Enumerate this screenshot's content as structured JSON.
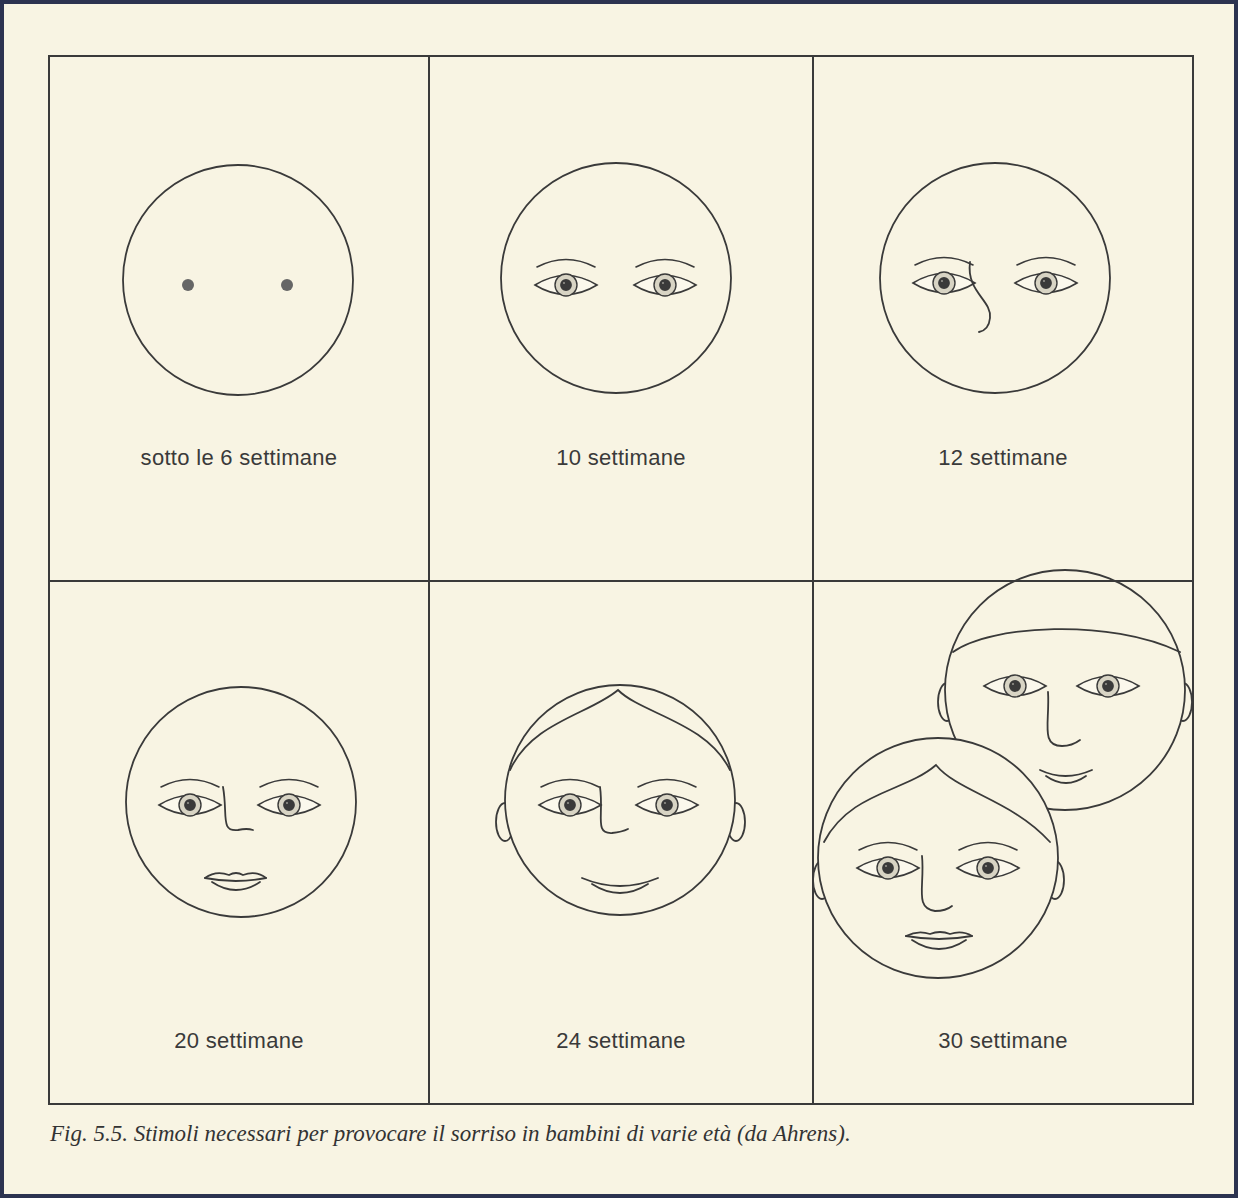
{
  "diagram": {
    "caption": "Fig. 5.5. Stimoli necessari per provocare il sorriso in bambini di varie età (da Ahrens).",
    "nodes": [
      {
        "text": [
          "sotto le 6 settimane"
        ]
      },
      {
        "text": [
          "10 settimane"
        ]
      },
      {
        "text": [
          "12 settimane"
        ]
      },
      {
        "text": [
          "20 settimane"
        ]
      },
      {
        "text": [
          "24 settimane"
        ]
      },
      {
        "text": [
          "30 settimane"
        ]
      }
    ]
  }
}
